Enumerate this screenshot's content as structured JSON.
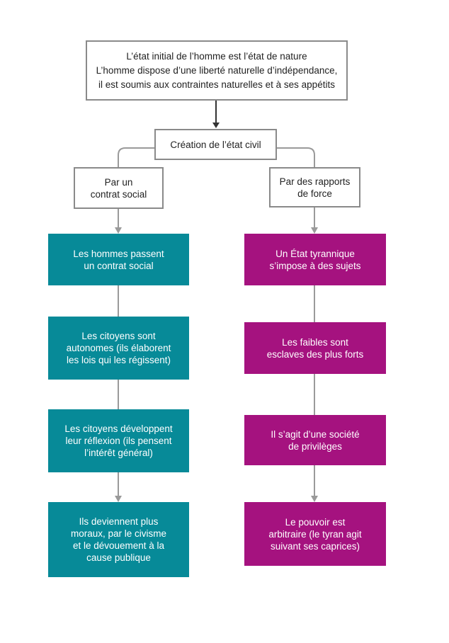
{
  "colors": {
    "teal": "#078a98",
    "magenta": "#a5127f",
    "outline": "#8a8a8a",
    "connector": "#9a9a9a",
    "arrow_dark": "#333333"
  },
  "top_box": {
    "lines": [
      "L’état initial de l’homme est l’état de nature",
      "L’homme dispose d’une liberté naturelle d’indépendance,",
      "il est soumis aux contraintes naturelles et à ses appétits"
    ]
  },
  "creation": {
    "label": "Création de l’état civil"
  },
  "left_branch": {
    "heading": "Par un\ncontrat social",
    "steps": [
      "Les hommes passent\nun contrat social",
      "Les citoyens sont\nautonomes (ils élaborent\nles lois qui les régissent)",
      "Les citoyens développent\nleur réflexion (ils pensent\nl’intérêt général)",
      "Ils deviennent plus\nmoraux, par le civisme\net le dévouement à la\ncause publique"
    ]
  },
  "right_branch": {
    "heading": "Par des rapports\nde force",
    "steps": [
      "Un État tyrannique\ns’impose à des sujets",
      "Les faibles sont\nesclaves des plus forts",
      "Il s’agit d’une société\nde privilèges",
      "Le pouvoir est\narbitraire (le tyran agit\nsuivant ses caprices)"
    ]
  }
}
